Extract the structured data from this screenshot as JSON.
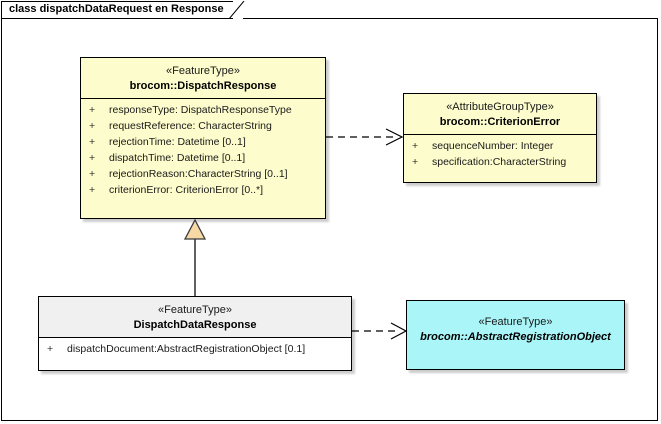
{
  "diagram": {
    "tab_label": "class dispatchDataRequest en Response",
    "background": "#ffffff",
    "frame_color": "#000000"
  },
  "classes": [
    {
      "id": "dispatch-response",
      "stereotype": "«FeatureType»",
      "name": "brocom::DispatchResponse",
      "abstract": false,
      "fill": "#fdfccc",
      "header_fill": "#fdfccc",
      "attributes": [
        {
          "visibility": "+",
          "text": "responseType: DispatchResponseType"
        },
        {
          "visibility": "+",
          "text": "requestReference: CharacterString"
        },
        {
          "visibility": "+",
          "text": "rejectionTime: Datetime [0..1]"
        },
        {
          "visibility": "+",
          "text": "dispatchTime: Datetime [0..1]"
        },
        {
          "visibility": "+",
          "text": "rejectionReason:CharacterString [0..1]"
        },
        {
          "visibility": "+",
          "text": "criterionError: CriterionError [0..*]"
        }
      ]
    },
    {
      "id": "criterion-error",
      "stereotype": "«AttributeGroupType»",
      "name": "brocom::CriterionError",
      "abstract": false,
      "fill": "#fdfccc",
      "header_fill": "#fdfccc",
      "attributes": [
        {
          "visibility": "+",
          "text": "sequenceNumber: Integer"
        },
        {
          "visibility": "+",
          "text": "specification:CharacterString"
        }
      ]
    },
    {
      "id": "dispatch-data-response",
      "stereotype": "«FeatureType»",
      "name": "DispatchDataResponse",
      "abstract": false,
      "fill": "#ffffff",
      "header_fill": "#f0f0f0",
      "attributes": [
        {
          "visibility": "+",
          "text": "dispatchDocument:AbstractRegistrationObject [0.1]"
        }
      ]
    },
    {
      "id": "abstract-registration-object",
      "stereotype": "«FeatureType»",
      "name": "brocom::AbstractRegistrationObject",
      "abstract": true,
      "fill": "#aaf5f8",
      "header_fill": "#aaf5f8",
      "attributes": []
    }
  ],
  "connectors": [
    {
      "id": "dep-dispatchresponse-criterionerror",
      "type": "dependency",
      "style": "dashed-open-arrow",
      "from": "dispatch-response",
      "to": "criterion-error"
    },
    {
      "id": "gen-dispatchdataresponse-dispatchresponse",
      "type": "generalization",
      "style": "solid-hollow-triangle",
      "from": "dispatch-data-response",
      "to": "dispatch-response",
      "arrow_fill": "#f7d9a6"
    },
    {
      "id": "dep-dispatchdataresponse-abstractregistrationobject",
      "type": "dependency",
      "style": "dashed-open-arrow",
      "from": "dispatch-data-response",
      "to": "abstract-registration-object"
    }
  ]
}
